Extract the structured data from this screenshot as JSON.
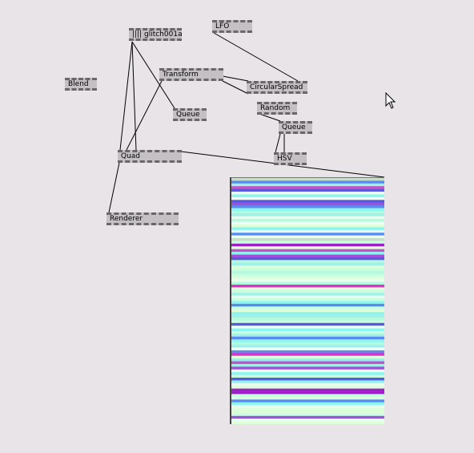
{
  "nodes": {
    "glitch": {
      "label": "|||| glitch001a"
    },
    "lfo": {
      "label": "LFO"
    },
    "blend": {
      "label": "Blend"
    },
    "transform": {
      "label": "Transform"
    },
    "circularspread": {
      "label": "CircularSpread"
    },
    "queue1": {
      "label": "Queue"
    },
    "random": {
      "label": "Random"
    },
    "queue2": {
      "label": "Queue"
    },
    "quad": {
      "label": "Quad"
    },
    "hsv": {
      "label": "HSV"
    },
    "renderer": {
      "label": "Renderer"
    }
  },
  "renderer_output": {
    "stripe_colors": [
      "#c8dcc8",
      "#5a8cf0",
      "#a0f0e8",
      "#c850c8",
      "#5a5adc",
      "#e8fff0",
      "#8cf5f0",
      "#f0fff8",
      "#5a5adc",
      "#a050dc",
      "#5a8cf0",
      "#8cf5f0",
      "#b4fadc",
      "#a0f0e8",
      "#e8fff0",
      "#b4fadc",
      "#f0fff8",
      "#dcffd8",
      "#8cf5f0",
      "#e8fff0",
      "#5a8cf0",
      "#e8fff0",
      "#c8dcc8",
      "#c8ffe0",
      "#a020c8",
      "#dcffd8",
      "#c850c8",
      "#8cf5f0",
      "#a050dc",
      "#5a5adc",
      "#b4fadc",
      "#a0f0e8",
      "#dcffd8",
      "#c8ffe0",
      "#b4fadc",
      "#c8ffe0",
      "#dcffd8",
      "#e8fff0",
      "#b4fadc",
      "#dc32c8",
      "#dcffd8",
      "#c8ffe0",
      "#a0f0e8",
      "#e8fff0",
      "#c8ffe0",
      "#8cf5f0",
      "#5a8cf0",
      "#c8ffe0",
      "#dcffd8",
      "#8cf5f0",
      "#a0f0e8",
      "#b4fadc",
      "#c8ffe0",
      "#5a5adc",
      "#e8fff0",
      "#8cf5f0",
      "#c8ffe0",
      "#a0f0e8",
      "#5a8cf0",
      "#8cf5f0",
      "#b4fadc",
      "#a0f0e8",
      "#f0fff8",
      "#5a8cf0",
      "#dc32c8",
      "#dcffd8",
      "#8cf5f0",
      "#c850c8",
      "#a0f0e8",
      "#a050dc",
      "#e8fff0",
      "#8cf5f0",
      "#c8ffe0",
      "#5a5adc",
      "#8cf5f0",
      "#e8fff0",
      "#dcffd8",
      "#a020c8",
      "#a020c8",
      "#c8ffe0",
      "#dcffd8",
      "#5a8cf0",
      "#8cf5f0",
      "#e8fff0",
      "#dcffd8",
      "#dcffd8",
      "#c8ffe0",
      "#a050dc",
      "#e8fff0",
      "#dcffd8"
    ]
  },
  "colors": {
    "background": "#e8e4e8",
    "node_fill": "#c4c0c4",
    "node_border": "#6a666a",
    "wire": "#000000"
  }
}
